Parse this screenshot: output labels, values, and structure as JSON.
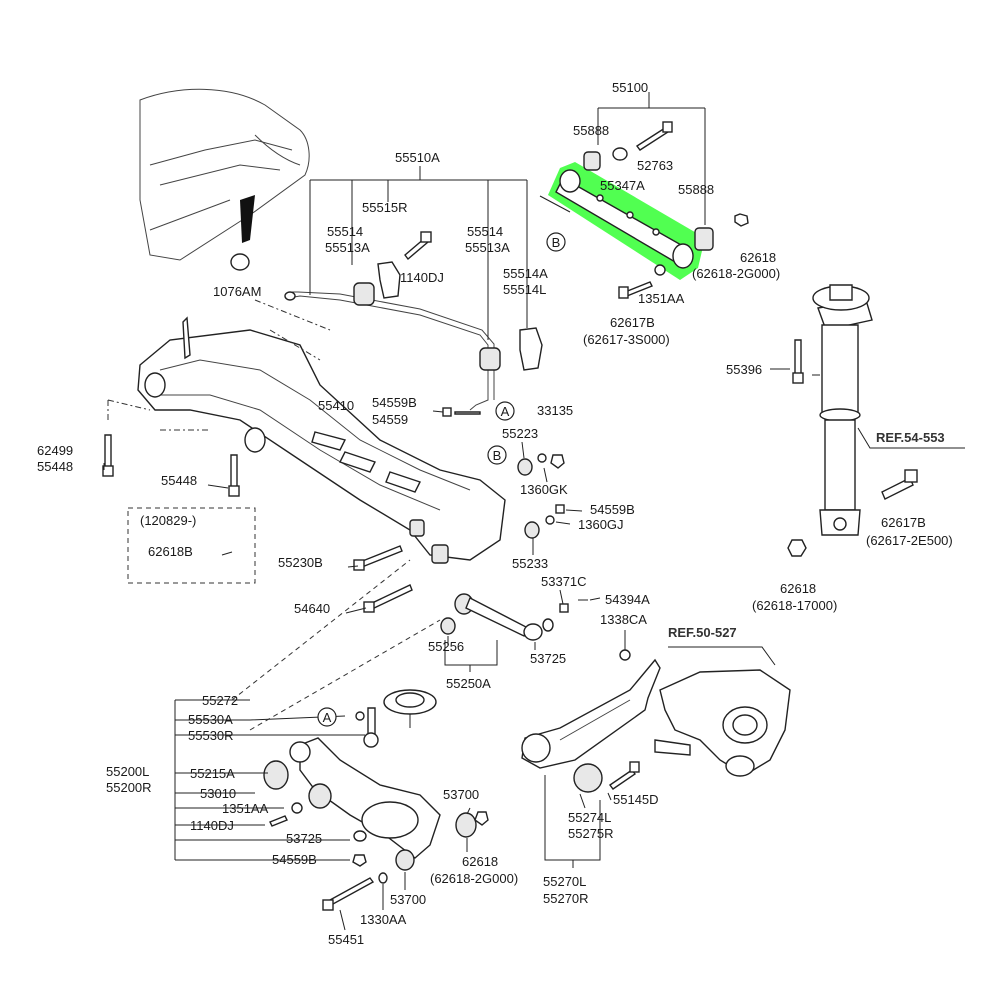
{
  "colors": {
    "highlight": "#33ff33",
    "line": "#222222",
    "background": "#ffffff"
  },
  "callouts": {
    "p55100": "55100",
    "p55888a": "55888",
    "p52763": "52763",
    "p55347A": "55347A",
    "p55888b": "55888",
    "p62618a": "62618",
    "p62618_2G000a": "(62618-2G000)",
    "p1351AAa": "1351AA",
    "p62617B_a": "62617B",
    "p62617_3S000": "(62617-3S000)",
    "p55510A": "55510A",
    "p55515R": "55515R",
    "p55514a": "55514",
    "p55513Aa": "55513A",
    "p55514b": "55514",
    "p55513Ab": "55513A",
    "p1140DJa": "1140DJ",
    "p55514A": "55514A",
    "p55514L": "55514L",
    "p1076AM": "1076AM",
    "p55396": "55396",
    "p55410": "55410",
    "p54559Ba": "54559B",
    "p54559": "54559",
    "p33135": "33135",
    "p55223": "55223",
    "p1360GK": "1360GK",
    "p54559Bb": "54559B",
    "p1360GJ": "1360GJ",
    "p55233": "55233",
    "p62499": "62499",
    "p55448a": "55448",
    "p55448b": "55448",
    "p120829": "(120829-)",
    "p62618B": "62618B",
    "p55230B": "55230B",
    "p54640": "54640",
    "p53371C": "53371C",
    "p54394A": "54394A",
    "p1338CA": "1338CA",
    "p55256": "55256",
    "p53725a": "53725",
    "p55250A": "55250A",
    "p62617B_b": "62617B",
    "p62617_2E500": "(62617-2E500)",
    "p62618b": "62618",
    "p62618_17000": "(62618-17000)",
    "p55272": "55272",
    "p55530A": "55530A",
    "p55530R": "55530R",
    "p55200L": "55200L",
    "p55200R": "55200R",
    "p55215A": "55215A",
    "p53010": "53010",
    "p1351AAb": "1351AA",
    "p1140DJb": "1140DJ",
    "p53725b": "53725",
    "p54559Bc": "54559B",
    "p53700a": "53700",
    "p62618c": "62618",
    "p62618_2G000b": "(62618-2G000)",
    "p53700b": "53700",
    "p1330AA": "1330AA",
    "p55451": "55451",
    "p55274L": "55274L",
    "p55275R": "55275R",
    "p55145D": "55145D",
    "p55270L": "55270L",
    "p55270R": "55270R"
  },
  "references": {
    "ref54": "REF.54-553",
    "ref50": "REF.50-527"
  },
  "markers": {
    "A": "A",
    "B": "B"
  }
}
